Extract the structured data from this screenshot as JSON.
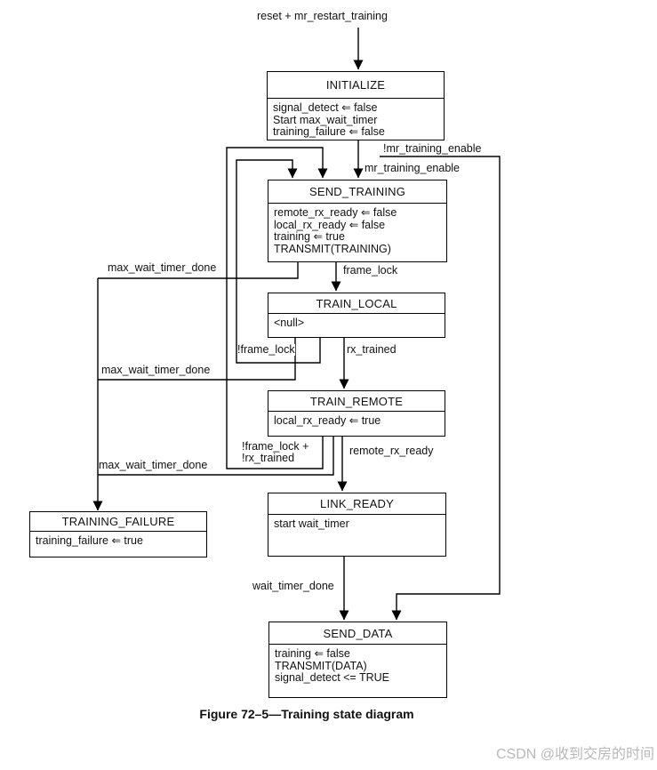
{
  "diagram": {
    "states": [
      {
        "id": "initialize",
        "title": "INITIALIZE",
        "lines": [
          "signal_detect ⇐ false",
          "Start max_wait_timer",
          "training_failure ⇐ false"
        ]
      },
      {
        "id": "send_training",
        "title": "SEND_TRAINING",
        "lines": [
          "remote_rx_ready ⇐ false",
          "local_rx_ready ⇐ false",
          "training ⇐ true",
          "TRANSMIT(TRAINING)"
        ]
      },
      {
        "id": "train_local",
        "title": "TRAIN_LOCAL",
        "lines": [
          "<null>"
        ]
      },
      {
        "id": "train_remote",
        "title": "TRAIN_REMOTE",
        "lines": [
          "local_rx_ready ⇐ true"
        ]
      },
      {
        "id": "link_ready",
        "title": "LINK_READY",
        "lines": [
          "start wait_timer"
        ]
      },
      {
        "id": "training_failure",
        "title": "TRAINING_FAILURE",
        "lines": [
          "training_failure ⇐ true"
        ]
      },
      {
        "id": "send_data",
        "title": "SEND_DATA",
        "lines": [
          "training ⇐ false",
          "TRANSMIT(DATA)",
          "signal_detect <= TRUE"
        ]
      }
    ],
    "labels": {
      "reset": "reset + mr_restart_training",
      "not_mr_training_enable": "!mr_training_enable",
      "mr_training_enable": "mr_training_enable",
      "frame_lock": "frame_lock",
      "max_wait_1": "max_wait_timer_done",
      "not_frame_lock": "!frame_lock",
      "rx_trained": "rx_trained",
      "max_wait_2": "max_wait_timer_done",
      "not_frame_lock_plus": "!frame_lock +",
      "not_rx_trained": "!rx_trained",
      "max_wait_3": "max_wait_timer_done",
      "remote_rx_ready": "remote_rx_ready",
      "wait_timer_done": "wait_timer_done"
    },
    "line_color": "#000000"
  },
  "caption": "Figure 72–5—Training state diagram",
  "watermark": "CSDN @收到交房的时间"
}
